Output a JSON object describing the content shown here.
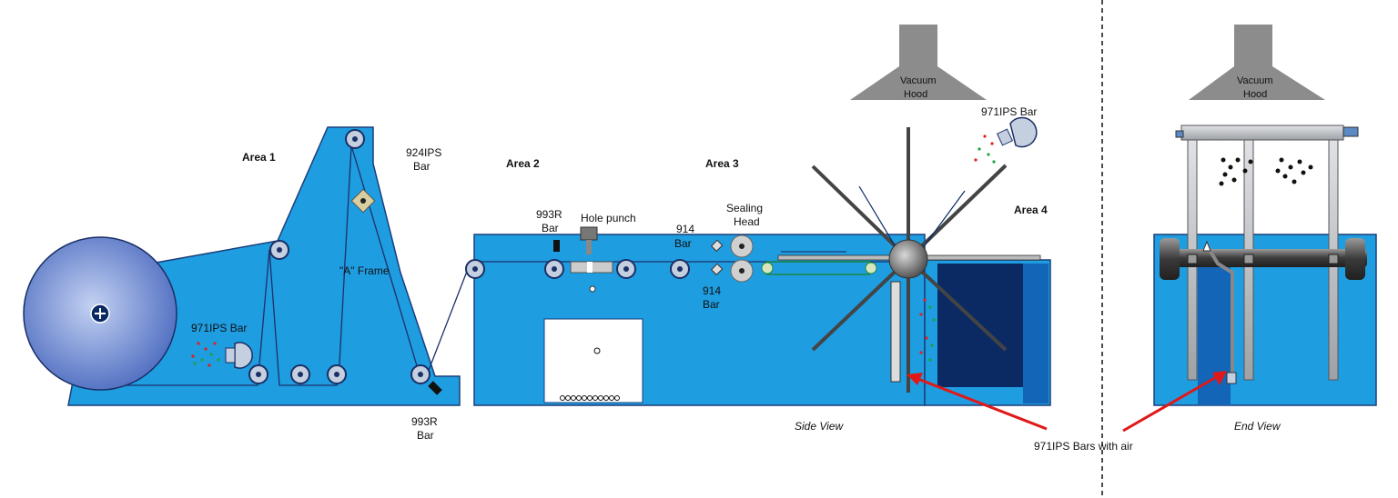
{
  "areas": {
    "area1": "Area 1",
    "area2": "Area 2",
    "area3": "Area 3",
    "area4": "Area 4"
  },
  "labels": {
    "bar_924ips_line1": "924IPS",
    "bar_924ips_line2": "Bar",
    "a_frame": "\"A\" Frame",
    "bar_971ips_left": "971IPS Bar",
    "bar_993r_bottom_line1": "993R",
    "bar_993r_bottom_line2": "Bar",
    "bar_993r_top_line1": "993R",
    "bar_993r_top_line2": "Bar",
    "hole_punch": "Hole punch",
    "bar_914_top_line1": "914",
    "bar_914_top_line2": "Bar",
    "bar_914_bottom_line1": "914",
    "bar_914_bottom_line2": "Bar",
    "sealing_head_line1": "Sealing",
    "sealing_head_line2": "Head",
    "bar_971ips_top": "971IPS Bar",
    "vacuum_hood_line1": "Vacuum",
    "vacuum_hood_line2": "Hood",
    "vacuum_hood2_line1": "Vacuum",
    "vacuum_hood2_line2": "Hood",
    "side_view": "Side View",
    "end_view": "End View",
    "bars_with_air": "971IPS Bars with air"
  },
  "colors": {
    "machine_blue": "#1e9de0",
    "dark_navy": "#0b2a63",
    "roll_blue": "#5878c8",
    "arrow_red": "#e01818",
    "hood_gray": "#8c8c8c"
  }
}
